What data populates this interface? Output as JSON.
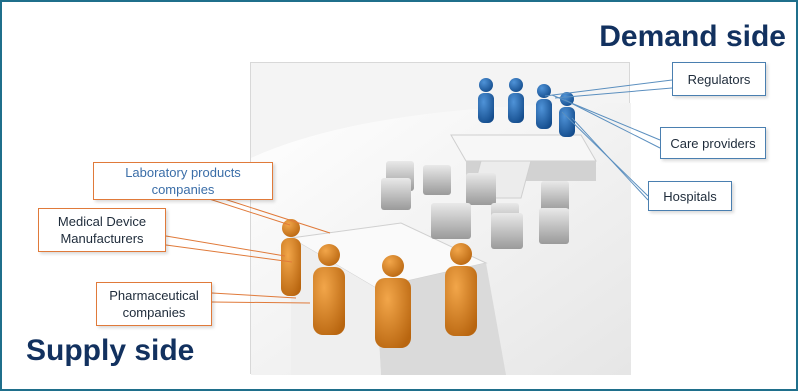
{
  "titles": {
    "demand": "Demand side",
    "supply": "Supply side"
  },
  "demand_labels": {
    "regulators": "Regulators",
    "care_providers": "Care providers",
    "hospitals": "Hospitals"
  },
  "supply_labels": {
    "laboratory": "Laboratory products companies",
    "medical_device": "Medical Device Manufacturers",
    "pharmaceutical": "Pharmaceutical companies"
  },
  "colors": {
    "demand_figure": "#1c5fa8",
    "supply_figure": "#d9831e",
    "title": "#12315f",
    "frame": "#1f6f8b"
  }
}
